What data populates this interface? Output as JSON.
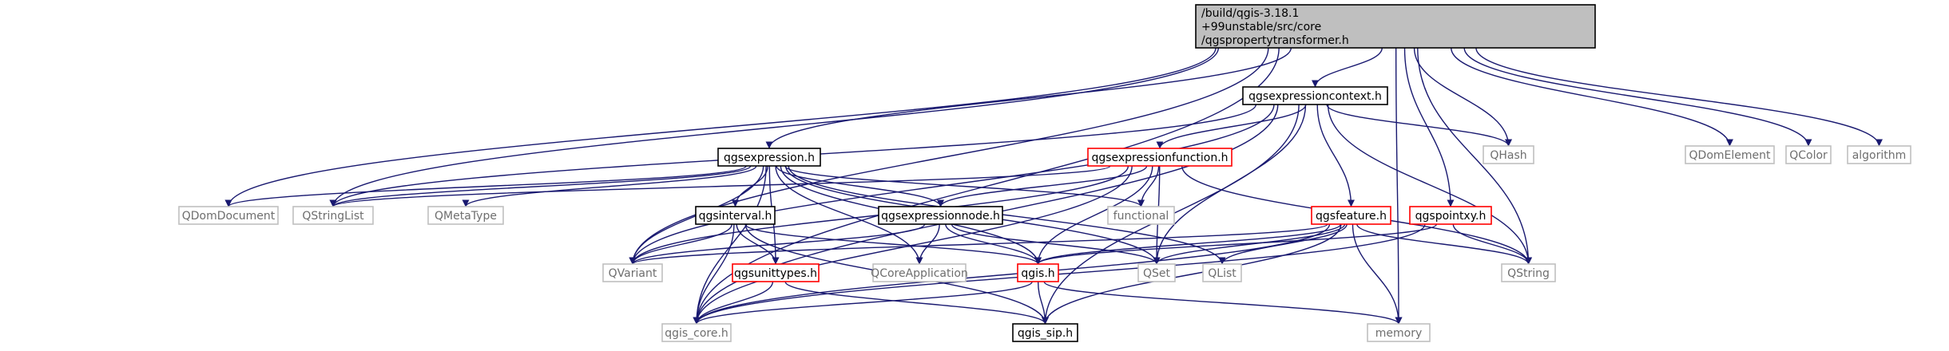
{
  "colors": {
    "edge": "#191970",
    "root_fill": "#bfbfbf",
    "red_border": "#ff0000",
    "gray_border": "#bfbfbf"
  },
  "nodes": [
    {
      "id": "root",
      "lines": [
        "/build/qgis-3.18.1",
        "+99unstable/src/core",
        "/qgspropertytransformer.h"
      ],
      "style": "root"
    },
    {
      "id": "qgsexpressioncontext",
      "lines": [
        "qgsexpressioncontext.h"
      ],
      "style": "normal"
    },
    {
      "id": "QDomElement",
      "lines": [
        "QDomElement"
      ],
      "style": "gray"
    },
    {
      "id": "QColor",
      "lines": [
        "QColor"
      ],
      "style": "gray"
    },
    {
      "id": "algorithm",
      "lines": [
        "algorithm"
      ],
      "style": "gray"
    },
    {
      "id": "QHash",
      "lines": [
        "QHash"
      ],
      "style": "gray"
    },
    {
      "id": "qgsexpression",
      "lines": [
        "qgsexpression.h"
      ],
      "style": "normal"
    },
    {
      "id": "qgsexpressionfunction",
      "lines": [
        "qgsexpressionfunction.h"
      ],
      "style": "red"
    },
    {
      "id": "QDomDocument",
      "lines": [
        "QDomDocument"
      ],
      "style": "gray"
    },
    {
      "id": "QStringList",
      "lines": [
        "QStringList"
      ],
      "style": "gray"
    },
    {
      "id": "QMetaType",
      "lines": [
        "QMetaType"
      ],
      "style": "gray"
    },
    {
      "id": "functional",
      "lines": [
        "functional"
      ],
      "style": "gray"
    },
    {
      "id": "qgsinterval",
      "lines": [
        "qgsinterval.h"
      ],
      "style": "normal"
    },
    {
      "id": "qgsexpressionnode",
      "lines": [
        "qgsexpressionnode.h"
      ],
      "style": "normal"
    },
    {
      "id": "qgsfeature",
      "lines": [
        "qgsfeature.h"
      ],
      "style": "red"
    },
    {
      "id": "qgspointxy",
      "lines": [
        "qgspointxy.h"
      ],
      "style": "red"
    },
    {
      "id": "QVariant",
      "lines": [
        "QVariant"
      ],
      "style": "gray"
    },
    {
      "id": "qgsunittypes",
      "lines": [
        "qgsunittypes.h"
      ],
      "style": "red"
    },
    {
      "id": "QCoreApplication",
      "lines": [
        "QCoreApplication"
      ],
      "style": "gray"
    },
    {
      "id": "qgis",
      "lines": [
        "qgis.h"
      ],
      "style": "red"
    },
    {
      "id": "QSet",
      "lines": [
        "QSet"
      ],
      "style": "gray"
    },
    {
      "id": "QList",
      "lines": [
        "QList"
      ],
      "style": "gray"
    },
    {
      "id": "QString",
      "lines": [
        "QString"
      ],
      "style": "gray"
    },
    {
      "id": "qgis_core",
      "lines": [
        "qgis_core.h"
      ],
      "style": "gray"
    },
    {
      "id": "qgis_sip",
      "lines": [
        "qgis_sip.h"
      ],
      "style": "normal"
    },
    {
      "id": "memory",
      "lines": [
        "memory"
      ],
      "style": "gray"
    }
  ],
  "edges": [
    [
      "root",
      "qgsexpressioncontext"
    ],
    [
      "root",
      "QDomElement"
    ],
    [
      "root",
      "QColor"
    ],
    [
      "root",
      "algorithm"
    ],
    [
      "root",
      "QHash"
    ],
    [
      "root",
      "QString"
    ],
    [
      "root",
      "memory"
    ],
    [
      "root",
      "qgspointxy"
    ],
    [
      "root",
      "qgsexpression"
    ],
    [
      "root",
      "QStringList"
    ],
    [
      "root",
      "QDomDocument"
    ],
    [
      "root",
      "QVariant"
    ],
    [
      "root",
      "qgis_core"
    ],
    [
      "qgsexpressioncontext",
      "qgsexpressionfunction"
    ],
    [
      "qgsexpressioncontext",
      "QHash"
    ],
    [
      "qgsexpressioncontext",
      "qgsfeature"
    ],
    [
      "qgsexpressioncontext",
      "QSet"
    ],
    [
      "qgsexpressioncontext",
      "QString"
    ],
    [
      "qgsexpressioncontext",
      "qgis_sip"
    ],
    [
      "qgsexpressioncontext",
      "qgis_core"
    ],
    [
      "qgsexpressioncontext",
      "QStringList"
    ],
    [
      "qgsexpressioncontext",
      "QVariant"
    ],
    [
      "qgsexpression",
      "QDomDocument"
    ],
    [
      "qgsexpression",
      "QStringList"
    ],
    [
      "qgsexpression",
      "QMetaType"
    ],
    [
      "qgsexpression",
      "functional"
    ],
    [
      "qgsexpression",
      "qgsinterval"
    ],
    [
      "qgsexpression",
      "qgsexpressionnode"
    ],
    [
      "qgsexpression",
      "qgsunittypes"
    ],
    [
      "qgsexpression",
      "QCoreApplication"
    ],
    [
      "qgsexpression",
      "qgis"
    ],
    [
      "qgsexpression",
      "QSet"
    ],
    [
      "qgsexpression",
      "QList"
    ],
    [
      "qgsexpression",
      "QVariant"
    ],
    [
      "qgsexpression",
      "qgis_core"
    ],
    [
      "qgsexpressionfunction",
      "functional"
    ],
    [
      "qgsexpressionfunction",
      "qgsexpressionnode"
    ],
    [
      "qgsexpressionfunction",
      "QSet"
    ],
    [
      "qgsexpressionfunction",
      "qgis"
    ],
    [
      "qgsexpressionfunction",
      "QVariant"
    ],
    [
      "qgsexpressionfunction",
      "QStringList"
    ],
    [
      "qgsexpressionfunction",
      "qgis_core"
    ],
    [
      "qgsexpressionfunction",
      "QString"
    ],
    [
      "qgsinterval",
      "QVariant"
    ],
    [
      "qgsinterval",
      "qgsunittypes"
    ],
    [
      "qgsinterval",
      "qgis"
    ],
    [
      "qgsinterval",
      "qgis_sip"
    ],
    [
      "qgsinterval",
      "qgis_core"
    ],
    [
      "qgsexpressionnode",
      "QCoreApplication"
    ],
    [
      "qgsexpressionnode",
      "qgis"
    ],
    [
      "qgsexpressionnode",
      "QSet"
    ],
    [
      "qgsexpressionnode",
      "QVariant"
    ],
    [
      "qgsfeature",
      "qgis"
    ],
    [
      "qgsfeature",
      "QSet"
    ],
    [
      "qgsfeature",
      "QList"
    ],
    [
      "qgsfeature",
      "QString"
    ],
    [
      "qgsfeature",
      "memory"
    ],
    [
      "qgsfeature",
      "QVariant"
    ],
    [
      "qgsfeature",
      "qgis_sip"
    ],
    [
      "qgsfeature",
      "qgis_core"
    ],
    [
      "qgspointxy",
      "QString"
    ],
    [
      "qgspointxy",
      "qgis"
    ],
    [
      "qgspointxy",
      "qgis_core"
    ],
    [
      "qgsunittypes",
      "qgis_core"
    ],
    [
      "qgsunittypes",
      "qgis_sip"
    ],
    [
      "qgis",
      "qgis_sip"
    ],
    [
      "qgis",
      "qgis_core"
    ],
    [
      "qgis",
      "memory"
    ]
  ]
}
